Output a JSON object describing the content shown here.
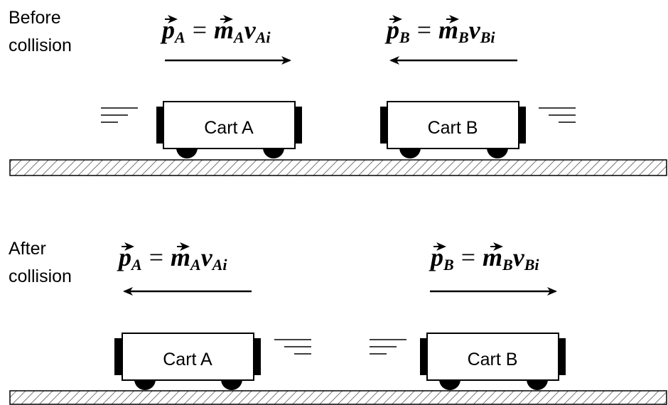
{
  "panels": {
    "before": {
      "label_line1": "Before",
      "label_line2": "collision",
      "eq_a": {
        "p": "p",
        "p_sub": "A",
        "eq": "=",
        "m": "m",
        "m_sub": "A",
        "v": "v",
        "v_sub": "Ai"
      },
      "eq_b": {
        "p": "p",
        "p_sub": "B",
        "eq": "=",
        "m": "m",
        "m_sub": "B",
        "v": "v",
        "v_sub": "Bi"
      },
      "cart_a": "Cart A",
      "cart_b": "Cart B"
    },
    "after": {
      "label_line1": "After",
      "label_line2": "collision",
      "eq_a": {
        "p": "p",
        "p_sub": "A",
        "eq": "=",
        "m": "m",
        "m_sub": "A",
        "v": "v",
        "v_sub": "Ai"
      },
      "eq_b": {
        "p": "p",
        "p_sub": "B",
        "eq": "=",
        "m": "m",
        "m_sub": "B",
        "v": "v",
        "v_sub": "Bi"
      },
      "cart_a": "Cart A",
      "cart_b": "Cart B"
    }
  },
  "colors": {
    "ink": "#000000",
    "background": "#ffffff",
    "hatch": "#555555"
  },
  "icons": [
    "vector-arrow-icon",
    "direction-arrow-icon",
    "motion-lines-icon",
    "hatched-ground-icon"
  ]
}
